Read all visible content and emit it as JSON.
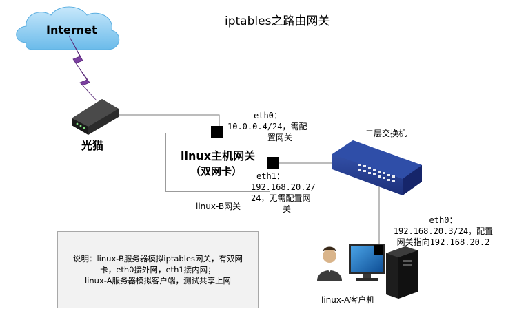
{
  "title": "iptables之路由网关",
  "internet": {
    "label": "Internet"
  },
  "modem": {
    "label": "光猫"
  },
  "gateway": {
    "title": "linux主机网关",
    "subtitle": "（双网卡）",
    "caption": "linux-B网关",
    "eth0": {
      "lines": [
        "eth0：",
        "10.0.0.4/24，需配",
        "置网关"
      ]
    },
    "eth1": {
      "lines": [
        "eth1：",
        "192.168.20.2/",
        "24，无需配置网",
        "关"
      ]
    }
  },
  "switch": {
    "label": "二层交换机"
  },
  "client": {
    "label": "linux-A客户机",
    "eth0": {
      "lines": [
        "eth0：",
        "192.168.20.3/24，配置",
        "网关指向192.168.20.2"
      ]
    }
  },
  "note": {
    "lines": [
      "说明：linux-B服务器模拟iptables网关，有双网",
      "卡，eth0接外网，eth1接内网；",
      "linux-A服务器模拟客户端，测试共享上网"
    ]
  },
  "colors": {
    "cloud": "#7fc6ee",
    "lightning": "#7b3fa0",
    "switch": "#233f94",
    "monitor": "#1e73b8",
    "connector": "#7a7a7a"
  }
}
